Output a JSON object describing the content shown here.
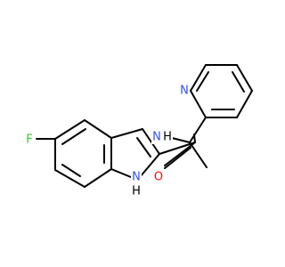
{
  "molecule": {
    "atoms": {
      "fluorine": {
        "text": "F",
        "color": "#33cc33"
      },
      "amide_nitrogen": {
        "text": "N",
        "color": "#3050f8"
      },
      "amide_hydrogen": {
        "text": "H",
        "color": "#000000"
      },
      "pyridine_nitrogen": {
        "text": "N",
        "color": "#3050f8"
      },
      "indole_nitrogen": {
        "text": "N",
        "color": "#3050f8"
      },
      "indole_hydrogen": {
        "text": "H",
        "color": "#000000"
      },
      "carbonyl_oxygen": {
        "text": "O",
        "color": "#ff0d0d"
      }
    },
    "colors": {
      "bond": "#000000",
      "background": "#ffffff"
    }
  }
}
